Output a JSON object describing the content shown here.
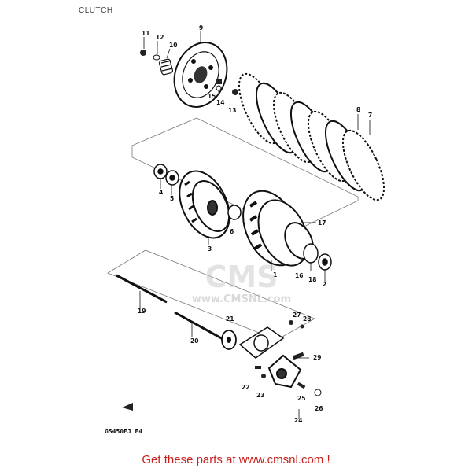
{
  "title": "CLUTCH",
  "model_code": "GS450EJ  E4",
  "footer": "Get these parts at www.cmsnl.com !",
  "watermark": {
    "logo": "CMS",
    "url": "www.CMSNL.com"
  },
  "parts": [
    {
      "num": "1"
    },
    {
      "num": "2"
    },
    {
      "num": "3"
    },
    {
      "num": "4"
    },
    {
      "num": "5"
    },
    {
      "num": "6"
    },
    {
      "num": "7"
    },
    {
      "num": "8"
    },
    {
      "num": "9"
    },
    {
      "num": "10"
    },
    {
      "num": "11"
    },
    {
      "num": "12"
    },
    {
      "num": "13"
    },
    {
      "num": "14"
    },
    {
      "num": "15"
    },
    {
      "num": "16"
    },
    {
      "num": "17"
    },
    {
      "num": "18"
    },
    {
      "num": "19"
    },
    {
      "num": "20"
    },
    {
      "num": "21"
    },
    {
      "num": "22"
    },
    {
      "num": "23"
    },
    {
      "num": "24"
    },
    {
      "num": "25"
    },
    {
      "num": "26"
    },
    {
      "num": "27"
    },
    {
      "num": "28"
    },
    {
      "num": "29"
    }
  ]
}
